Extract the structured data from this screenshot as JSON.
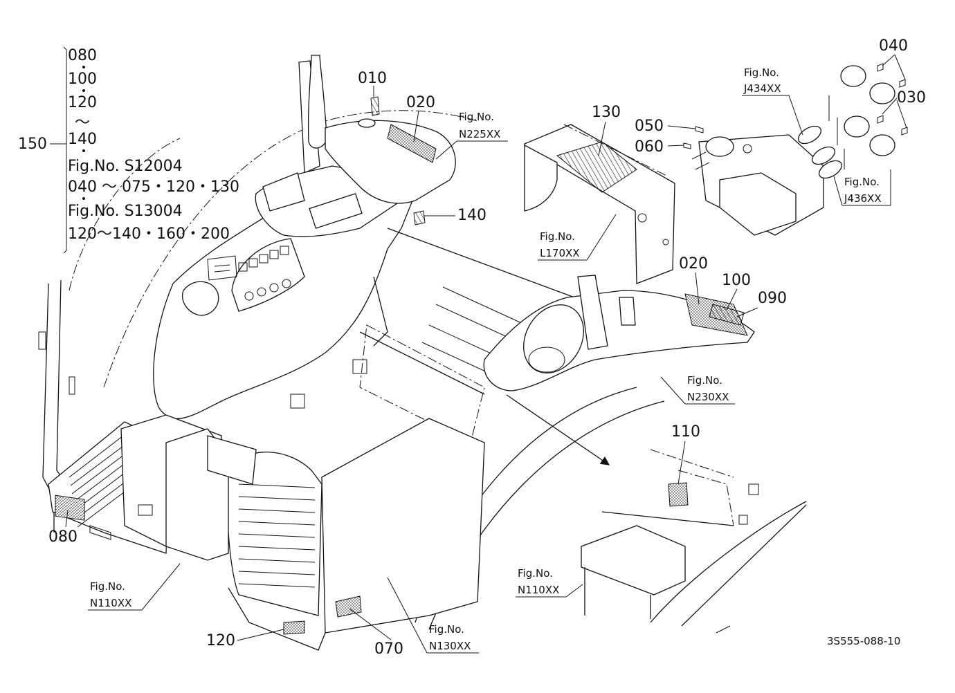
{
  "drawing_code": "3S555-088-10",
  "side_list": {
    "ref": "150",
    "lines": [
      "080",
      "100",
      "120",
      "〜",
      "140",
      "Fig.No. S12004",
      "040 〜 075・120・130",
      "Fig.No. S13004",
      "120〜140・160・200"
    ]
  },
  "parts": [
    {
      "id": "p010",
      "label": "010"
    },
    {
      "id": "p020a",
      "label": "020"
    },
    {
      "id": "p020b",
      "label": "020"
    },
    {
      "id": "p030",
      "label": "030"
    },
    {
      "id": "p040",
      "label": "040"
    },
    {
      "id": "p050",
      "label": "050"
    },
    {
      "id": "p060",
      "label": "060"
    },
    {
      "id": "p070",
      "label": "070"
    },
    {
      "id": "p080",
      "label": "080"
    },
    {
      "id": "p090",
      "label": "090"
    },
    {
      "id": "p100",
      "label": "100"
    },
    {
      "id": "p110",
      "label": "110"
    },
    {
      "id": "p120",
      "label": "120"
    },
    {
      "id": "p130",
      "label": "130"
    },
    {
      "id": "p140",
      "label": "140"
    }
  ],
  "figure_refs": [
    {
      "id": "N225XX",
      "line1": "Fig.No.",
      "line2": "N225XX"
    },
    {
      "id": "J434XX",
      "line1": "Fig.No.",
      "line2": "J434XX"
    },
    {
      "id": "J436XX",
      "line1": "Fig.No.",
      "line2": "J436XX"
    },
    {
      "id": "L170XX",
      "line1": "Fig.No.",
      "line2": "L170XX"
    },
    {
      "id": "N230XX",
      "line1": "Fig.No.",
      "line2": "N230XX"
    },
    {
      "id": "N110XX_left",
      "line1": "Fig.No.",
      "line2": "N110XX"
    },
    {
      "id": "N110XX_right",
      "line1": "Fig.No.",
      "line2": "N110XX"
    },
    {
      "id": "N130XX",
      "line1": "Fig.No.",
      "line2": "N130XX"
    }
  ]
}
